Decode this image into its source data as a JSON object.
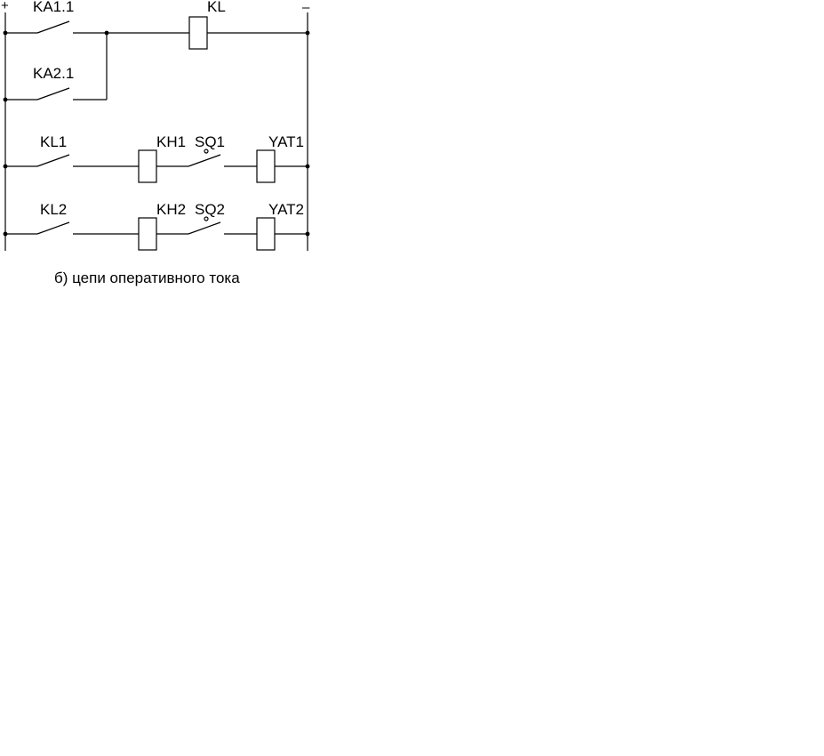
{
  "polarity": {
    "plus": "+",
    "minus": "–"
  },
  "labels": {
    "ka11": "KA1.1",
    "ka21": "KA2.1",
    "kl": "KL",
    "kl1": "KL1",
    "kh1": "KH1",
    "sq1": "SQ1",
    "yat1": "YAT1",
    "kl2": "KL2",
    "kh2": "KH2",
    "sq2": "SQ2",
    "yat2": "YAT2"
  },
  "caption": "б) цепи оперативного тока"
}
